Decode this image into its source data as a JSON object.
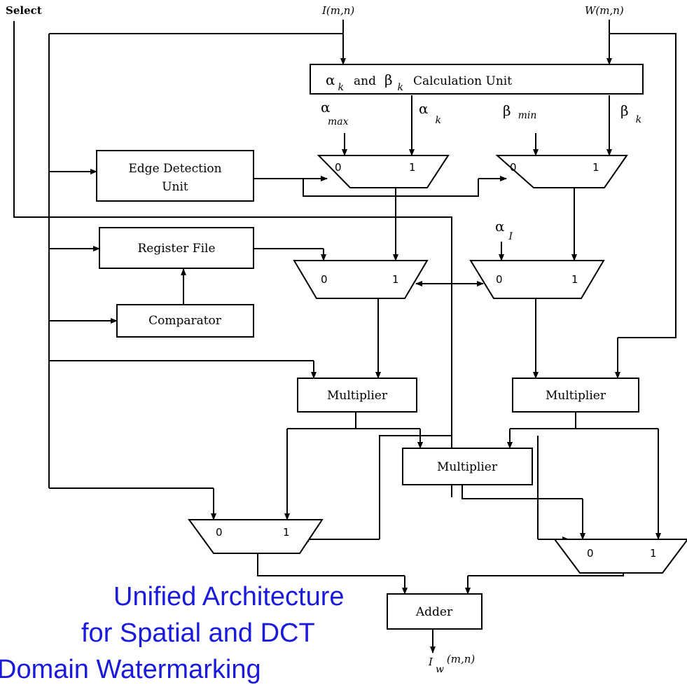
{
  "diagram": {
    "select_label": "Select",
    "input_i": "I(m,n)",
    "input_w": "W(m,n)",
    "calc_unit": {
      "alpha": "α",
      "k1": "k",
      "and": "and",
      "beta": "β",
      "k2": "k",
      "rest": "Calculation Unit"
    },
    "alpha_max": {
      "sym": "α",
      "sub": "max"
    },
    "alpha_k": {
      "sym": "α",
      "sub": "k"
    },
    "beta_min": {
      "sym": "β",
      "sub": "min"
    },
    "beta_k": {
      "sym": "β",
      "sub": "k"
    },
    "alpha_i": {
      "sym": "α",
      "sub": "I"
    },
    "edge_unit": {
      "line1": "Edge Detection",
      "line2": "Unit"
    },
    "register_file": "Register File",
    "comparator": "Comparator",
    "multiplier": "Multiplier",
    "adder": "Adder",
    "mux_port_0": "0",
    "mux_port_1": "1",
    "output": {
      "sym": "I",
      "sub": "w",
      "arg": "(m,n)"
    }
  },
  "caption": {
    "line1": "Unified Architecture",
    "line2": "for Spatial and DCT",
    "line3": "Domain Watermarking",
    "color": "#1a1adb"
  },
  "colors": {
    "line": "#000000",
    "background": "#ffffff"
  }
}
